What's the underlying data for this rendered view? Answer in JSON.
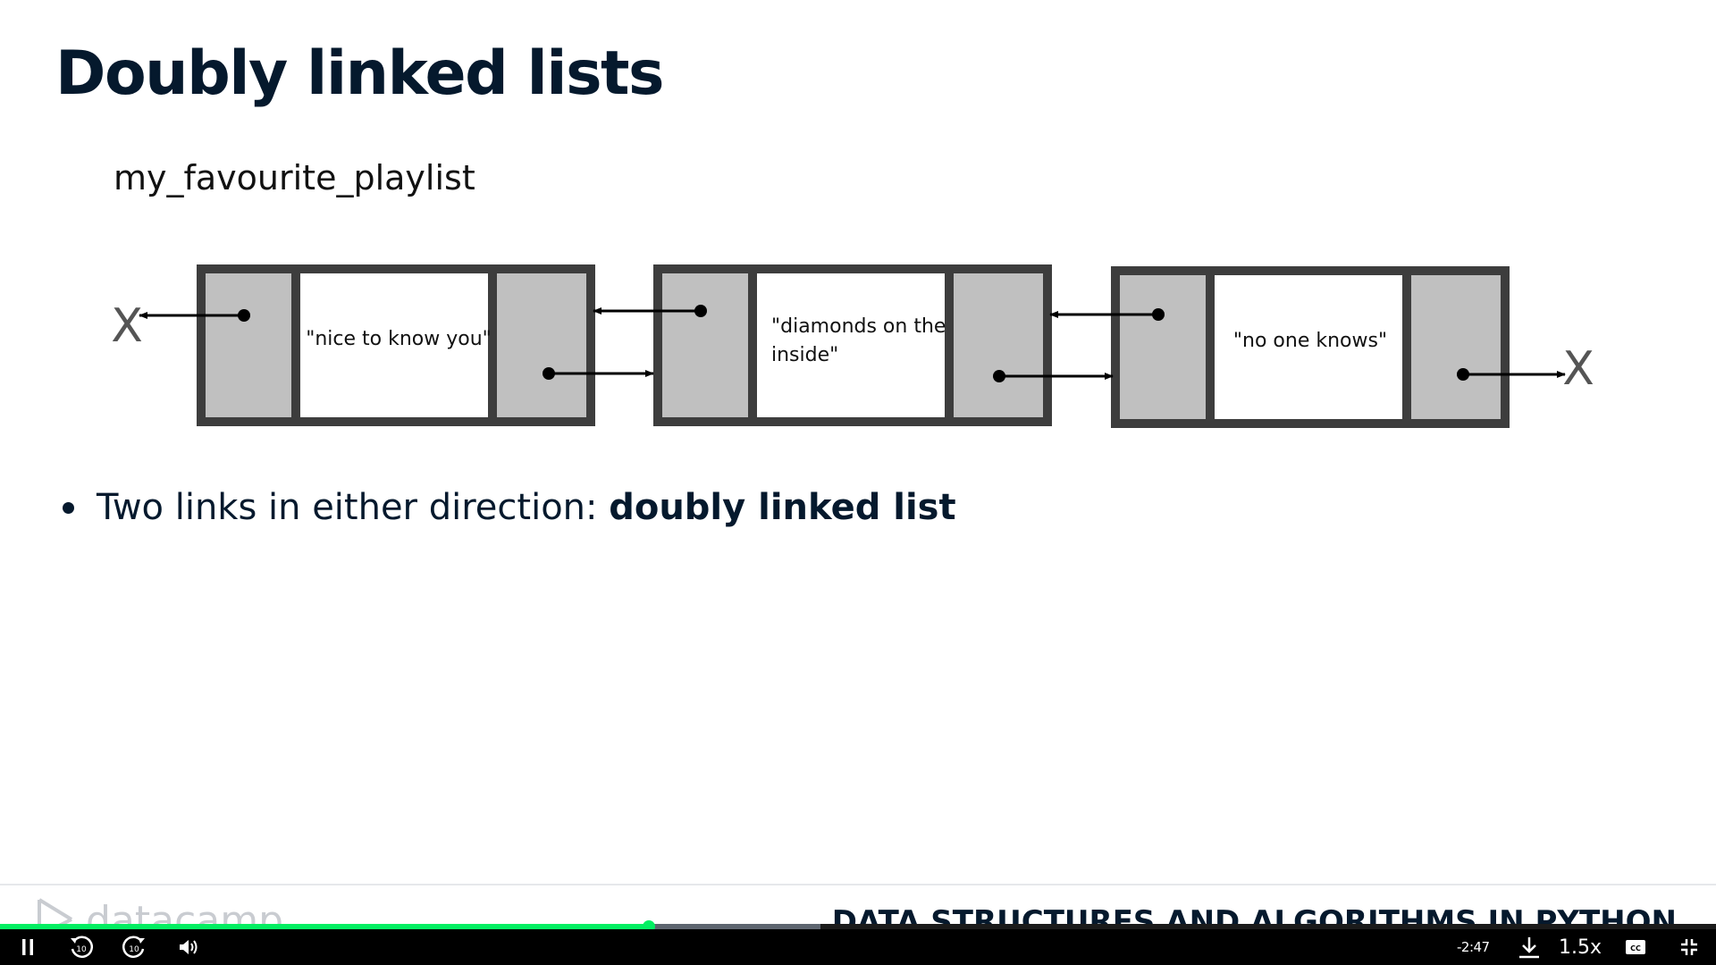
{
  "slide": {
    "title": "Doubly linked lists",
    "diagram": {
      "list_name": "my_favourite_playlist",
      "null_marker": "X",
      "nodes": [
        {
          "line1": "\"nice to know you\"",
          "line2": ""
        },
        {
          "line1": "\"diamonds on the",
          "line2": "inside\""
        },
        {
          "line1": "\"no one knows\"",
          "line2": ""
        }
      ]
    },
    "bullets": [
      {
        "text": "Two links in either direction: ",
        "bold": "doubly linked list"
      }
    ]
  },
  "footer": {
    "logo_text": "datacamp",
    "course_title": "DATA STRUCTURES AND ALGORITHMS IN PYTHON"
  },
  "player": {
    "progress": {
      "played_fraction": 0.378,
      "buffered_fraction": 0.478,
      "played_color": "#03ef62"
    },
    "controls": {
      "pause_icon": "pause-icon",
      "rewind_icon": "rewind-10-icon",
      "forward_icon": "forward-10-icon",
      "volume_icon": "volume-icon",
      "time_remaining": "-2:47",
      "download_icon": "download-icon",
      "playback_speed": "1.5x",
      "captions_icon": "captions-icon",
      "exit_fullscreen_icon": "exit-fullscreen-icon"
    }
  }
}
